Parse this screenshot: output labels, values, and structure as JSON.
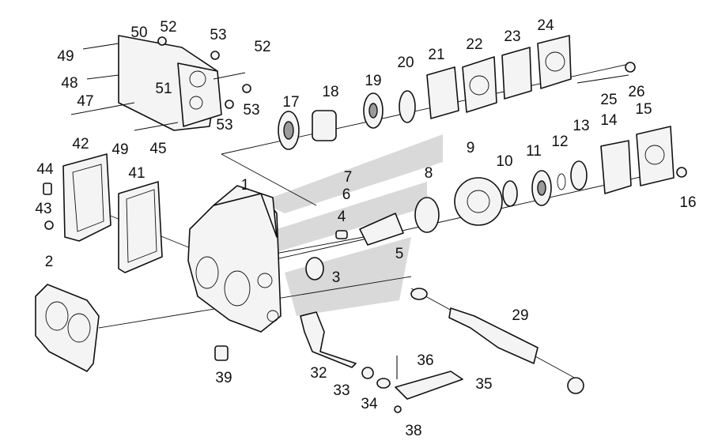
{
  "labels": [
    "1",
    "2",
    "3",
    "4",
    "5",
    "6",
    "7",
    "8",
    "9",
    "10",
    "11",
    "12",
    "13",
    "14",
    "15",
    "16",
    "17",
    "18",
    "19",
    "20",
    "21",
    "22",
    "23",
    "24",
    "25",
    "26",
    "29",
    "32",
    "33",
    "34",
    "35",
    "36",
    "38",
    "39",
    "41",
    "42",
    "43",
    "44",
    "45",
    "47",
    "48",
    "49",
    "50",
    "51",
    "52",
    "53"
  ]
}
